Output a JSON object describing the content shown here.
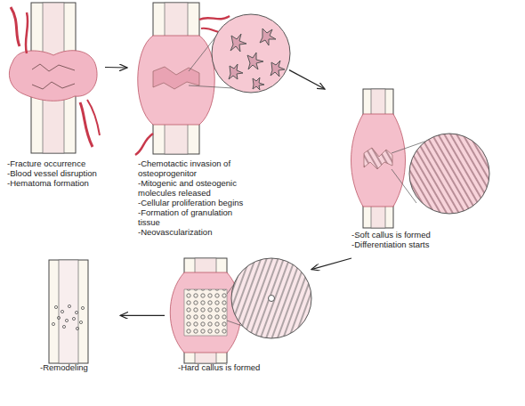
{
  "diagram": {
    "nodes": [
      {
        "text": [
          "-Fracture occurrence",
          "-Blood vessel disruption",
          "-Hematoma formation"
        ]
      },
      {
        "text": [
          "-Chemotactic invasion of osteoprogenitor",
          "-Mitogenic and osteogenic molecules released",
          "-Cellular proliferation begins",
          "-Formation of granulation tissue",
          "-Neovascularization"
        ]
      },
      {
        "text": [
          "-Soft callus is formed",
          "-Differentiation starts"
        ]
      },
      {
        "text": [
          "-Hard callus is formed"
        ]
      },
      {
        "text": [
          "-Remodeling"
        ]
      }
    ],
    "edges": [
      {
        "from": 0,
        "to": 1,
        "arrow": "to"
      },
      {
        "from": 1,
        "to": 2,
        "arrow": "to"
      },
      {
        "from": 2,
        "to": 3,
        "arrow": "to"
      },
      {
        "from": 3,
        "to": 4,
        "arrow": "to"
      }
    ]
  }
}
